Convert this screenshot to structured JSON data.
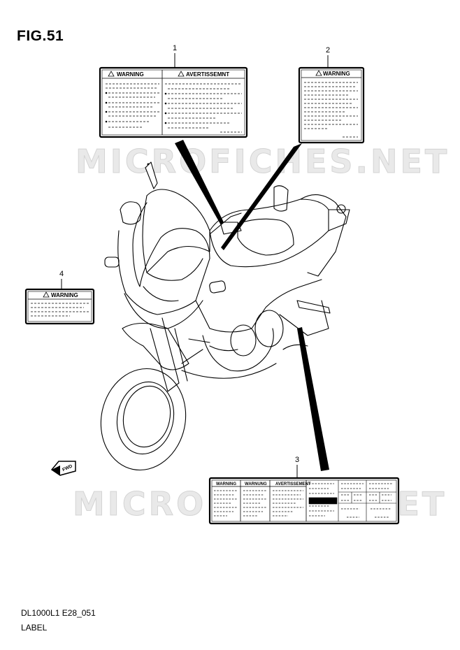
{
  "figure": {
    "title": "FIG.51",
    "footer_code": "DL1000L1 E28_051",
    "footer_label": "LABEL"
  },
  "watermark": "MICROFICHES.NET",
  "callouts": [
    "1",
    "2",
    "3",
    "4"
  ],
  "labels": {
    "label1": {
      "left_heading": "WARNING",
      "right_heading": "AVERTISSEMNT"
    },
    "label2": {
      "heading": "WARNING"
    },
    "label3": {
      "headings": [
        "WARNING",
        "WARNUNG",
        "AVERTISSEMENT"
      ]
    },
    "label4": {
      "heading": "WARNING"
    }
  },
  "direction_marker": "FWD",
  "colors": {
    "ink": "#000000",
    "watermark": "#e9e9e9",
    "paper": "#ffffff"
  }
}
